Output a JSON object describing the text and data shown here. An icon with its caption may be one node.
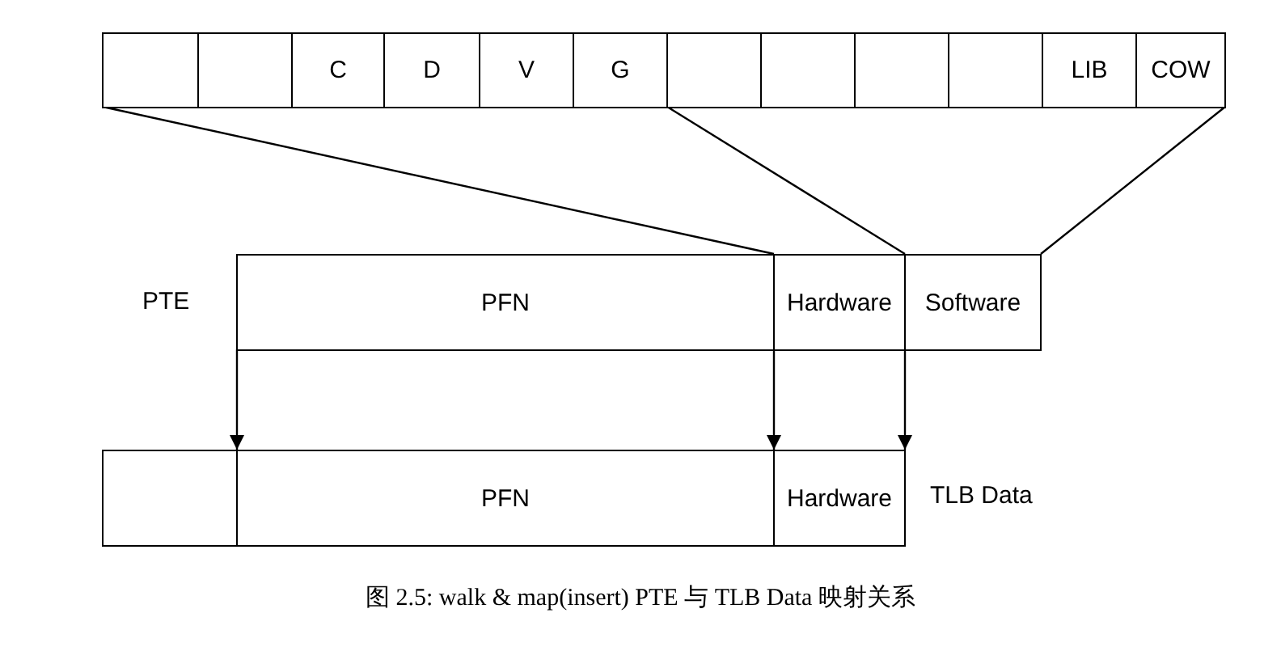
{
  "diagram": {
    "caption": "图 2.5: walk & map(insert) PTE 与 TLB Data 映射关系",
    "nodes": [
      {
        "text": [],
        "shape": "box"
      },
      {
        "text": [],
        "shape": "box"
      },
      {
        "text": [
          "C"
        ]
      },
      {
        "text": [
          "D"
        ]
      },
      {
        "text": [
          "V"
        ]
      },
      {
        "text": [
          "G"
        ]
      },
      {
        "text": [],
        "shape": "box"
      },
      {
        "text": [],
        "shape": "box"
      },
      {
        "text": [],
        "shape": "box"
      },
      {
        "text": [],
        "shape": "box"
      },
      {
        "text": [
          "LIB"
        ]
      },
      {
        "text": [
          "COW"
        ]
      },
      {
        "text": [
          "PFN"
        ]
      },
      {
        "text": [
          "Hardware"
        ]
      },
      {
        "text": [
          "Software"
        ]
      },
      {
        "text": [],
        "shape": "box"
      },
      {
        "text": [
          "PFN"
        ]
      },
      {
        "text": [
          "Hardware"
        ]
      }
    ],
    "edges": [
      {
        "from": 0,
        "to": 13,
        "arrow": "none"
      },
      {
        "from": 6,
        "to": 14,
        "arrow": "none"
      },
      {
        "from": 11,
        "to": 14,
        "arrow": "none"
      },
      {
        "from": 12,
        "to": 16,
        "arrow": "to"
      },
      {
        "from": 13,
        "to": 17,
        "arrow": "to"
      },
      {
        "from": 13,
        "to": 17,
        "arrow": "to"
      }
    ],
    "labels": [
      "PTE",
      "TLB Data"
    ]
  }
}
